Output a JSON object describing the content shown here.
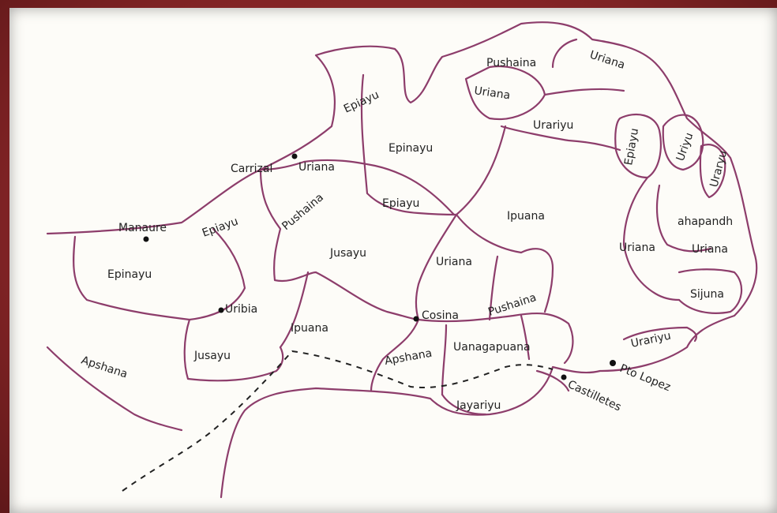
{
  "map": {
    "regions": [
      {
        "id": "epiayu-north",
        "label": "Epiayu",
        "rot": -25
      },
      {
        "id": "pushaina-ne",
        "label": "Pushaina",
        "rot": 0
      },
      {
        "id": "uriana-ne-top",
        "label": "Uriana",
        "rot": 18
      },
      {
        "id": "uriana-ne",
        "label": "Uriana",
        "rot": 8
      },
      {
        "id": "urariyu-north",
        "label": "Urariyu",
        "rot": 0
      },
      {
        "id": "epinayu-central",
        "label": "Epinayu",
        "rot": 0
      },
      {
        "id": "uriana-cn",
        "label": "Uriana",
        "rot": 0
      },
      {
        "id": "epiayu-central",
        "label": "Epiayu",
        "rot": 0
      },
      {
        "id": "pushaina-cn",
        "label": "Pushaina",
        "rot": -40
      },
      {
        "id": "epiayu-west",
        "label": "Epiayu",
        "rot": -20
      },
      {
        "id": "epinayu-west",
        "label": "Epinayu",
        "rot": 0
      },
      {
        "id": "jusayu-central",
        "label": "Jusayu",
        "rot": 0
      },
      {
        "id": "ipuana-east",
        "label": "Ipuana",
        "rot": 0
      },
      {
        "id": "uriana-central",
        "label": "Uriana",
        "rot": 0
      },
      {
        "id": "pushaina-south",
        "label": "Pushaina",
        "rot": -18
      },
      {
        "id": "epiayu-far-east",
        "label": "Epiayu",
        "rot": -80
      },
      {
        "id": "uriyu-east",
        "label": "Uriyu",
        "rot": -70
      },
      {
        "id": "uraryu-east",
        "label": "Uraryu",
        "rot": -75
      },
      {
        "id": "ahapandh-east",
        "label": "ahapandh",
        "rot": 0
      },
      {
        "id": "uriana-east-a",
        "label": "Uriana",
        "rot": 0
      },
      {
        "id": "uriana-east-b",
        "label": "Uriana",
        "rot": 0
      },
      {
        "id": "sijuna-east",
        "label": "Sijuna",
        "rot": 0
      },
      {
        "id": "urariyu-se",
        "label": "Urariyu",
        "rot": -12
      },
      {
        "id": "ipuana-sw",
        "label": "Ipuana",
        "rot": 0
      },
      {
        "id": "jusayu-sw",
        "label": "Jusayu",
        "rot": 0
      },
      {
        "id": "apshana-south",
        "label": "Apshana",
        "rot": -10
      },
      {
        "id": "uanagapuana-south",
        "label": "Uanagapuana",
        "rot": 0
      },
      {
        "id": "jayariyu-south",
        "label": "Jayariyu",
        "rot": 0
      },
      {
        "id": "apshana-far-sw",
        "label": "Apshana",
        "rot": 18
      }
    ],
    "towns": [
      {
        "id": "manaure",
        "label": "Manaure"
      },
      {
        "id": "carrizal",
        "label": "Carrizal"
      },
      {
        "id": "uribia",
        "label": "Uribia"
      },
      {
        "id": "cosina",
        "label": "Cosina"
      },
      {
        "id": "pto-lopez",
        "label": "Pto Lopez"
      },
      {
        "id": "castilletes",
        "label": "Castilletes"
      }
    ]
  }
}
